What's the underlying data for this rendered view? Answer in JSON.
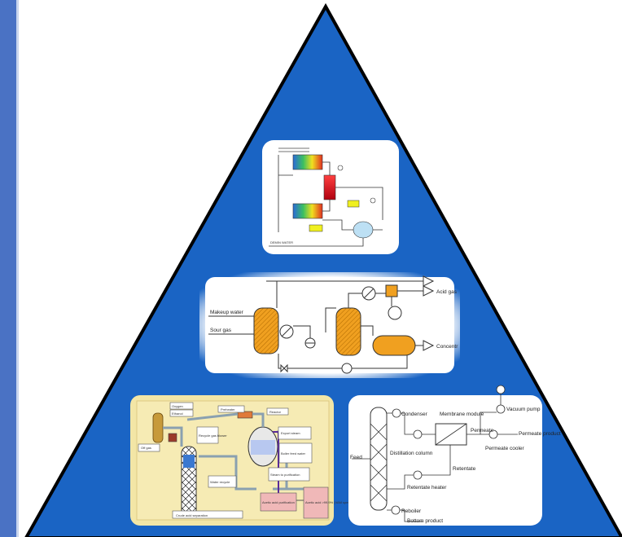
{
  "panel_top": {
    "labels": [
      "DEMIN WATER"
    ]
  },
  "panel_mid": {
    "labels": [
      "Makeup water",
      "Sour gas",
      "Acid gas",
      "Concentr"
    ]
  },
  "panel_bl": {
    "labels": [
      "Oxygen",
      "Ethanol",
      "Preheater",
      "Reactor",
      "Off gas",
      "Recycle gas blower",
      "Export steam",
      "Boiler feed water",
      "Steam to purification",
      "Water recycle",
      "Acetic acid purification",
      "Acetic acid >99.9% (VAM spec.)",
      "Crude acid separation"
    ]
  },
  "panel_br": {
    "labels": [
      "Condenser",
      "Membrane module",
      "Vacuum pump",
      "Permeate",
      "Permeate product",
      "Feed",
      "Distillation column",
      "Permeate cooler",
      "Retentate",
      "Retentate heater",
      "Reboiler",
      "Bottom product"
    ]
  },
  "colors": {
    "triangle": "#1a64c4",
    "triangle_stroke": "#000000",
    "sidebar": "#4a72c4",
    "vessel_orange": "#f0a020",
    "bl_background": "#f3e6a6"
  }
}
